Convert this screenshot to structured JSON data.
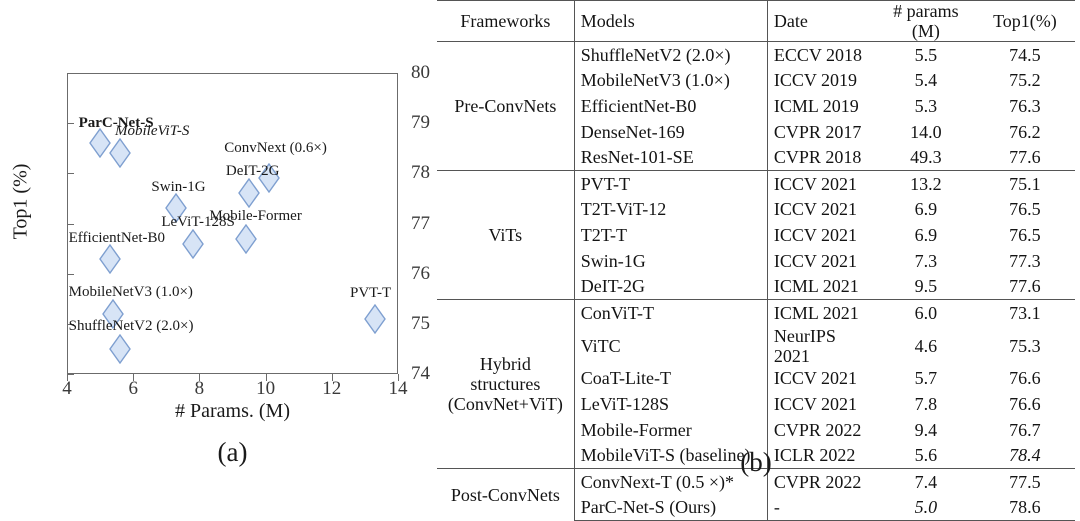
{
  "chart_data": [
    {
      "type": "scatter",
      "panel": "(a)",
      "title": "",
      "xlabel": "# Params. (M)",
      "ylabel": "Top1 (%)",
      "xlim": [
        4,
        14
      ],
      "ylim": [
        74,
        80
      ],
      "xticks": [
        "4",
        "6",
        "8",
        "10",
        "12",
        "14"
      ],
      "yticks": [
        "74",
        "75",
        "76",
        "77",
        "78",
        "79",
        "80"
      ],
      "grid": false,
      "legend": "none",
      "marker": "diamond",
      "marker_fill": "#d7e4f6",
      "marker_stroke": "#7e9fd0",
      "points": [
        {
          "label": "ParC-Net-S",
          "x": 5.0,
          "y": 78.6,
          "style": "bold",
          "lx": 4.35,
          "ly": 79.0
        },
        {
          "label": "MobileViT-S",
          "x": 5.6,
          "y": 78.4,
          "style": "italic",
          "lx": 5.45,
          "ly": 78.85
        },
        {
          "label": "ConvNext (0.6×)",
          "x": 10.1,
          "y": 77.9,
          "style": "normal",
          "lx": 8.75,
          "ly": 78.5
        },
        {
          "label": "DeIT-2G",
          "x": 9.5,
          "y": 77.6,
          "style": "normal",
          "lx": 8.8,
          "ly": 78.05
        },
        {
          "label": "Swin-1G",
          "x": 7.3,
          "y": 77.3,
          "style": "normal",
          "lx": 6.55,
          "ly": 77.73
        },
        {
          "label": "Mobile-Former",
          "x": 9.4,
          "y": 76.7,
          "style": "normal",
          "lx": 8.3,
          "ly": 77.15
        },
        {
          "label": "LeViT-128S",
          "x": 7.8,
          "y": 76.6,
          "style": "normal",
          "lx": 6.85,
          "ly": 77.02
        },
        {
          "label": "EfficientNet-B0",
          "x": 5.3,
          "y": 76.3,
          "style": "normal",
          "lx": 4.05,
          "ly": 76.72
        },
        {
          "label": "MobileNetV3 (1.0×)",
          "x": 5.4,
          "y": 75.2,
          "style": "normal",
          "lx": 4.05,
          "ly": 75.64
        },
        {
          "label": "ShuffleNetV2 (2.0×)",
          "x": 5.6,
          "y": 74.5,
          "style": "normal",
          "lx": 4.05,
          "ly": 74.95
        },
        {
          "label": "PVT-T",
          "x": 13.3,
          "y": 75.1,
          "style": "normal",
          "lx": 12.55,
          "ly": 75.62
        }
      ]
    },
    {
      "type": "table",
      "panel": "(b)",
      "columns": [
        "Frameworks",
        "Models",
        "Date",
        "# params (M)",
        "Top1(%)"
      ],
      "groups": [
        {
          "framework": "Pre-ConvNets",
          "rows": [
            {
              "model": "ShuffleNetV2 (2.0×)",
              "date": "ECCV 2018",
              "params": "5.5",
              "top1": "74.5"
            },
            {
              "model": "MobileNetV3 (1.0×)",
              "date": "ICCV 2019",
              "params": "5.4",
              "top1": "75.2"
            },
            {
              "model": "EfficientNet-B0",
              "date": "ICML 2019",
              "params": "5.3",
              "top1": "76.3"
            },
            {
              "model": "DenseNet-169",
              "date": "CVPR 2017",
              "params": "14.0",
              "top1": "76.2"
            },
            {
              "model": "ResNet-101-SE",
              "date": "CVPR 2018",
              "params": "49.3",
              "top1": "77.6"
            }
          ]
        },
        {
          "framework": "ViTs",
          "rows": [
            {
              "model": "PVT-T",
              "date": "ICCV 2021",
              "params": "13.2",
              "top1": "75.1"
            },
            {
              "model": "T2T-ViT-12",
              "date": "ICCV 2021",
              "params": "6.9",
              "top1": "76.5"
            },
            {
              "model": "T2T-T",
              "date": "ICCV 2021",
              "params": "6.9",
              "top1": "76.5"
            },
            {
              "model": "Swin-1G",
              "date": "ICCV 2021",
              "params": "7.3",
              "top1": "77.3"
            },
            {
              "model": "DeIT-2G",
              "date": "ICML 2021",
              "params": "9.5",
              "top1": "77.6"
            }
          ]
        },
        {
          "framework": "Hybrid structures (ConvNet+ViT)",
          "framework_line1": "Hybrid structures",
          "framework_line2": "(ConvNet+ViT)",
          "rows": [
            {
              "model": "ConViT-T",
              "date": "ICML 2021",
              "params": "6.0",
              "top1": "73.1"
            },
            {
              "model": "ViTC",
              "date": "NeurIPS 2021",
              "params": "4.6",
              "params_style": "bold",
              "top1": "75.3"
            },
            {
              "model": "CoaT-Lite-T",
              "date": "ICCV 2021",
              "params": "5.7",
              "top1": "76.6"
            },
            {
              "model": "LeViT-128S",
              "date": "ICCV 2021",
              "params": "7.8",
              "top1": "76.6"
            },
            {
              "model": "Mobile-Former",
              "date": "CVPR 2022",
              "params": "9.4",
              "top1": "76.7"
            },
            {
              "model": "MobileViT-S (baseline)",
              "date": "ICLR 2022",
              "params": "5.6",
              "top1": "78.4",
              "top1_style": "italic"
            }
          ]
        },
        {
          "framework": "Post-ConvNets",
          "rows": [
            {
              "model": "ConvNext-T (0.5 ×)*",
              "date": "CVPR 2022",
              "params": "7.4",
              "top1": "77.5"
            },
            {
              "model": "ParC-Net-S  (Ours)",
              "date": "-",
              "params": "5.0",
              "params_style": "italic",
              "top1": "78.6",
              "top1_style": "bold"
            }
          ]
        }
      ]
    }
  ],
  "captions": {
    "a": "(a)",
    "b": "(b)"
  }
}
